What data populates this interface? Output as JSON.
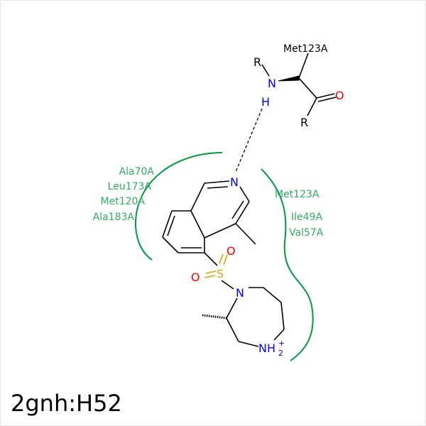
{
  "caption": "2gnh:H52",
  "colors": {
    "bond": "#000000",
    "nitrogen": "#0000ff",
    "oxygen": "#ff0000",
    "sulfur": "#ccaa00",
    "hydrophobic": "#009944",
    "residue_text": "#33aa66"
  },
  "residues": {
    "left": [
      "Ala70A",
      "Leu173A",
      "Met120A",
      "Ala183A"
    ],
    "right_top": "Met123A",
    "right_mid1": "Ile49A",
    "right_mid2": "Val57A",
    "backbone": "Met123A"
  },
  "atoms": {
    "r1": "R",
    "n_backbone": "N",
    "h_backbone": "H",
    "o_carbonyl": "O",
    "r2": "R",
    "n_ring": "N",
    "s": "S",
    "o_s1": "O",
    "o_s2": "O",
    "n_diazepane": "N",
    "nh2": "NH",
    "nh2_sub": "2",
    "nh2_charge": "+"
  }
}
